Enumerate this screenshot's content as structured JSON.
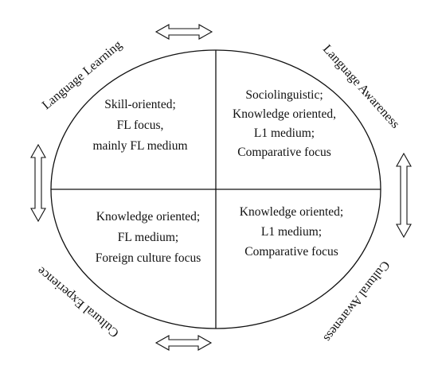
{
  "corners": {
    "top_left": "Language Learning",
    "top_right": "Language Awareness",
    "bottom_left": "Cultural Experience",
    "bottom_right": "Cultural Awareness"
  },
  "quadrants": {
    "top_left": [
      "Skill-oriented;",
      "FL focus,",
      "mainly FL medium"
    ],
    "top_right": [
      "Sociolinguistic;",
      "Knowledge oriented,",
      "L1 medium;",
      "Comparative focus"
    ],
    "bottom_left": [
      "Knowledge oriented;",
      "FL medium;",
      "Foreign culture focus"
    ],
    "bottom_right": [
      "Knowledge oriented;",
      "L1 medium;",
      "Comparative focus"
    ]
  },
  "arrows": [
    "top",
    "bottom",
    "left",
    "right"
  ]
}
